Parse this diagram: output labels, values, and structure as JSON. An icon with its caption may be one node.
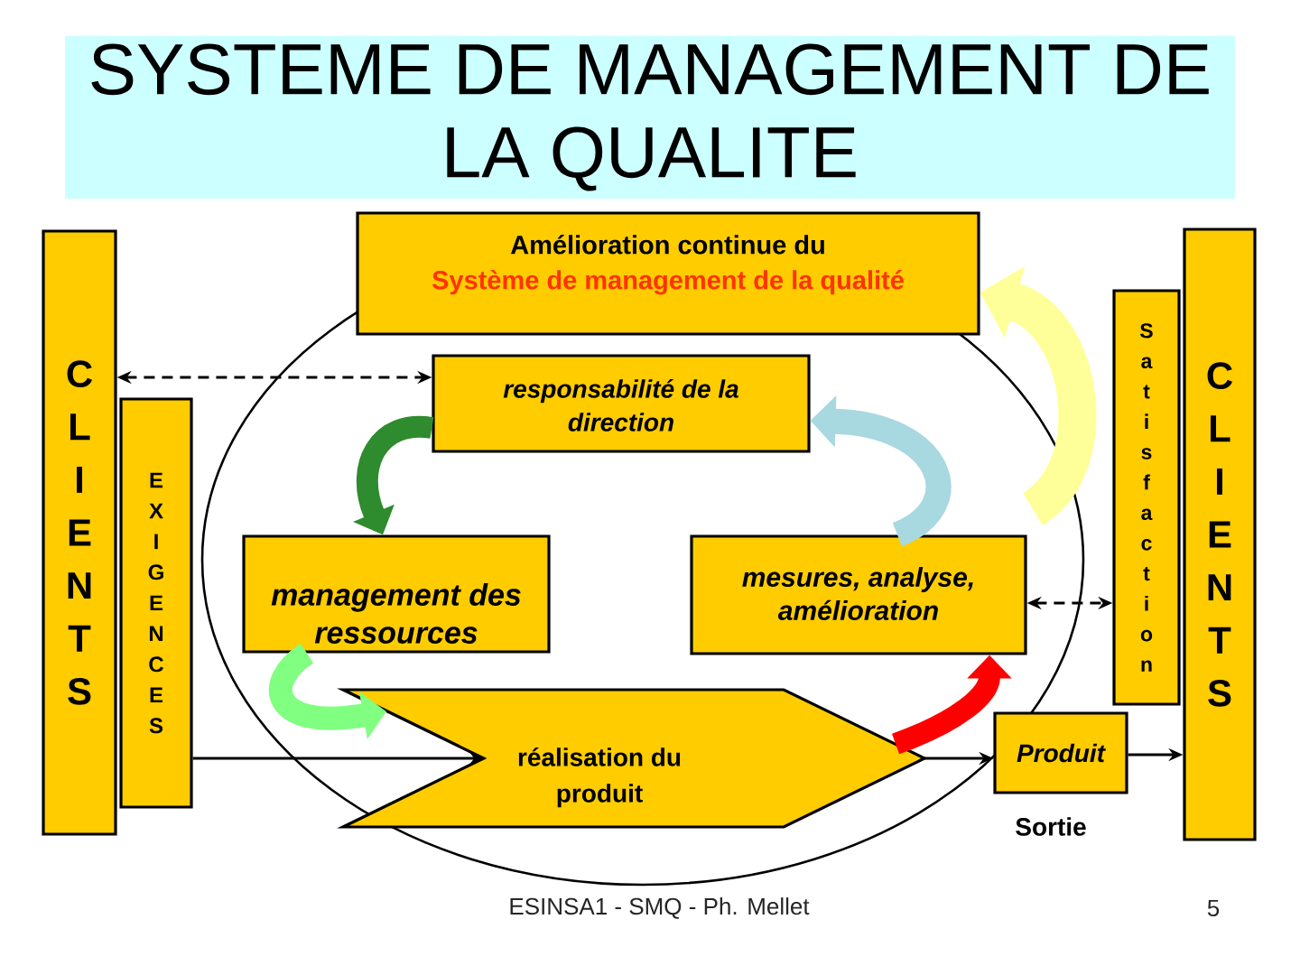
{
  "diagram": {
    "title": "SYSTEME DE MANAGEMENT DE LA QUALITE",
    "nodes": [
      {
        "text": [
          "Amélioration continue du",
          "Système de management de la qualité"
        ]
      },
      {
        "text": [
          "CLIENTS"
        ]
      },
      {
        "text": [
          "responsabilité de la direction"
        ]
      },
      {
        "text": [
          "Satisfaction"
        ]
      },
      {
        "text": [
          "CLIENTS"
        ]
      },
      {
        "text": [
          "EXIGENCES"
        ]
      },
      {
        "text": [
          "management des ressources"
        ]
      },
      {
        "text": [
          "mesures, analyse, amélioration"
        ]
      },
      {
        "text": [
          "réalisation du produit"
        ]
      },
      {
        "text": [
          "Produit"
        ],
        "beside": [
          "Sortie"
        ]
      }
    ],
    "edges": [
      {
        "from": 1,
        "to": 2,
        "arrow": "both",
        "style": "dashed"
      },
      {
        "from": 7,
        "to": 3,
        "arrow": "both",
        "style": "dashed"
      },
      {
        "from": 5,
        "to": 8,
        "arrow": "to"
      },
      {
        "from": 8,
        "to": 9,
        "arrow": "to"
      },
      {
        "from": 9,
        "to": 4,
        "arrow": "to"
      },
      {
        "from": 2,
        "to": 6,
        "arrow": "to",
        "style": "thick",
        "color": "#2e8b2e"
      },
      {
        "from": 6,
        "to": 8,
        "arrow": "to",
        "style": "thick",
        "color": "#80ff80"
      },
      {
        "from": 8,
        "to": 7,
        "arrow": "to",
        "style": "thick",
        "color": "#ff0000"
      },
      {
        "from": 7,
        "to": 2,
        "arrow": "to",
        "style": "thick",
        "color": "#a8d8e0"
      },
      {
        "from": null,
        "to": 0,
        "arrow": "to",
        "style": "thick",
        "color": "#ffff99"
      }
    ],
    "labels": [
      "ESINSA1 - SMQ - Ph. Mellet",
      "5"
    ]
  }
}
